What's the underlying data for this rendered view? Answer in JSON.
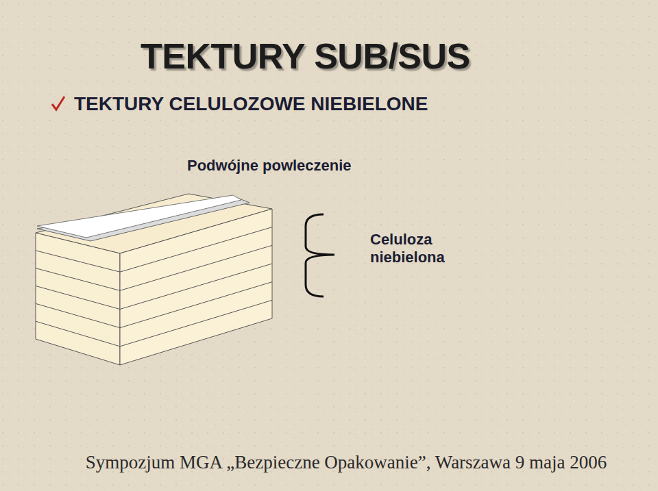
{
  "diagram": {
    "title": "TEKTURY SUB/SUS",
    "labels": [
      "TEKTURY CELULOZOWE NIEBIELONE",
      "Podwójne powleczenie",
      "Celuloza niebielona",
      "Sympozjum MGA „Bezpieczne Opakowanie”, Warszawa 9 maja 2006"
    ]
  }
}
